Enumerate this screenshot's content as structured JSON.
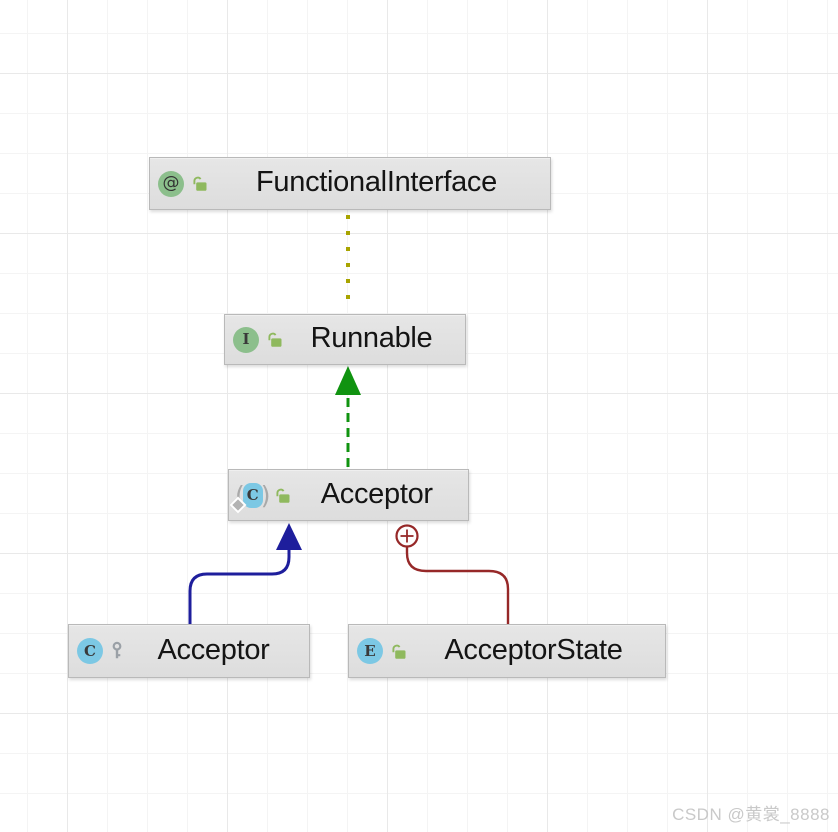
{
  "diagram": {
    "nodes": [
      {
        "label": "FunctionalInterface",
        "kind": "annotation",
        "kind_letter": "@",
        "visibility": "public",
        "visibility_icon": "unlock-icon"
      },
      {
        "label": "Runnable",
        "kind": "interface",
        "kind_letter": "I",
        "visibility": "public",
        "visibility_icon": "unlock-icon"
      },
      {
        "label": "Acceptor",
        "kind": "anonymous-class",
        "kind_letter": "C",
        "paren_left": "(",
        "paren_right": ")",
        "modifier": "static",
        "visibility": "public",
        "visibility_icon": "unlock-icon"
      },
      {
        "label": "Acceptor",
        "kind": "class",
        "kind_letter": "C",
        "visibility": "package-local",
        "visibility_icon": "key-icon"
      },
      {
        "label": "AcceptorState",
        "kind": "enum",
        "kind_letter": "E",
        "visibility": "public",
        "visibility_icon": "unlock-icon"
      }
    ],
    "edges": [
      {
        "from": "Runnable",
        "to": "FunctionalInterface",
        "type": "annotated-by",
        "line": "dotted",
        "color": "#a8a400"
      },
      {
        "from": "Acceptor (anonymous)",
        "to": "Runnable",
        "type": "implements",
        "line": "dashed-arrow",
        "color": "#109310"
      },
      {
        "from": "Acceptor",
        "to": "Acceptor (anonymous)",
        "type": "extends",
        "line": "solid-arrow",
        "color": "#1e1e9c"
      },
      {
        "from": "AcceptorState",
        "to": "Acceptor (anonymous)",
        "type": "inner-class",
        "line": "solid-circle-plus",
        "color": "#962828",
        "plus_fill": "#fdfdfd"
      }
    ],
    "colors": {
      "node_fill": "#e2e2e2",
      "node_border": "#b9b9b9",
      "annotation_icon_green": "#8cbf8c",
      "class_icon_blue": "#7cc8e4",
      "lock_green": "#8fb95e",
      "key_gray": "#9aa0a6",
      "grid_line": "#f4f4f4"
    }
  },
  "watermark": {
    "text": "CSDN @黄裳_8888"
  }
}
